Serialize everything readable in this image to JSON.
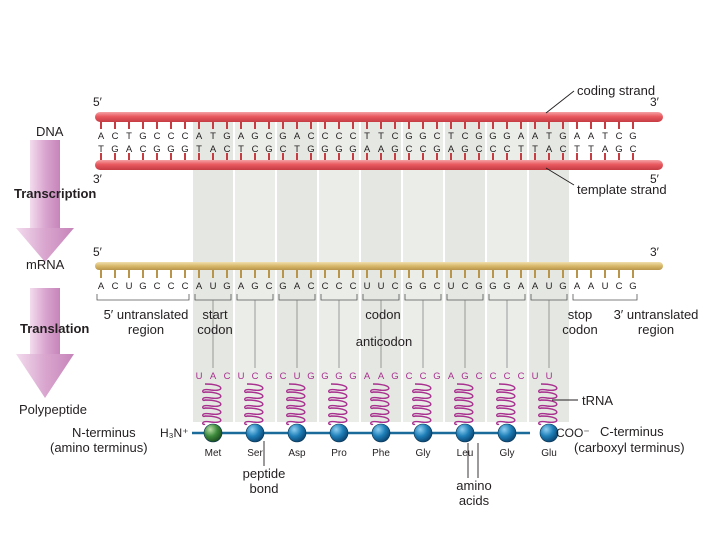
{
  "colors": {
    "dna_strand": "#e8595f",
    "dna_strand_dark": "#c63c43",
    "mrna_strand": "#d8b86a",
    "trna": "#a8308e",
    "codon_band": "#e4e7e2",
    "arrow": "#d9a6cf",
    "amino_acid": "#1f7fb8",
    "met": "#3d8a3d"
  },
  "left_labels": {
    "dna": "DNA",
    "transcription": "Transcription",
    "mrna": "mRNA",
    "translation": "Translation",
    "polypeptide": "Polypeptide"
  },
  "dna": {
    "coding_strand": "coding strand",
    "template_strand": "template strand",
    "top_5prime": "5′",
    "top_3prime": "3′",
    "bottom_3prime": "3′",
    "bottom_5prime": "5′",
    "coding_seq": [
      "A",
      "C",
      "T",
      "G",
      "C",
      "C",
      "C",
      "A",
      "T",
      "G",
      "A",
      "G",
      "C",
      "G",
      "A",
      "C",
      "C",
      "C",
      "C",
      "T",
      "T",
      "C",
      "G",
      "G",
      "C",
      "T",
      "C",
      "G",
      "G",
      "G",
      "A",
      "A",
      "T",
      "G",
      "A",
      "A",
      "T",
      "C",
      "G"
    ],
    "template_seq": [
      "T",
      "G",
      "A",
      "C",
      "G",
      "G",
      "G",
      "T",
      "A",
      "C",
      "T",
      "C",
      "G",
      "C",
      "T",
      "G",
      "G",
      "G",
      "G",
      "A",
      "A",
      "G",
      "C",
      "C",
      "G",
      "A",
      "G",
      "C",
      "C",
      "C",
      "T",
      "T",
      "A",
      "C",
      "T",
      "T",
      "A",
      "G",
      "C"
    ]
  },
  "mrna": {
    "five_prime": "5′",
    "three_prime": "3′",
    "seq": [
      "A",
      "C",
      "U",
      "G",
      "C",
      "C",
      "C",
      "A",
      "U",
      "G",
      "A",
      "G",
      "C",
      "G",
      "A",
      "C",
      "C",
      "C",
      "C",
      "U",
      "U",
      "C",
      "G",
      "G",
      "C",
      "U",
      "C",
      "G",
      "G",
      "G",
      "A",
      "A",
      "U",
      "G",
      "A",
      "A",
      "U",
      "C",
      "G"
    ],
    "utr5_label": "5′ untranslated\nregion",
    "start_codon": "start\ncodon",
    "codon": "codon",
    "stop_codon": "stop\ncodon",
    "utr3_label": "3′ untranslated\nregion"
  },
  "trna": {
    "anticodon_label": "anticodon",
    "trna_label": "tRNA",
    "anticodons": [
      "UAC",
      "UCG",
      "CUG",
      "GGG",
      "AAG",
      "CCG",
      "AGC",
      "CCC",
      "UU"
    ]
  },
  "polypeptide": {
    "n_terminus": "N-terminus",
    "amino_terminus": "(amino terminus)",
    "h3n": "H₃N⁺",
    "c_terminus": "C-terminus",
    "carboxyl_terminus": "(carboxyl terminus)",
    "coo": "COO⁻",
    "amino_acids": [
      "Met",
      "Ser",
      "Asp",
      "Pro",
      "Phe",
      "Gly",
      "Leu",
      "Gly",
      "Glu"
    ],
    "peptide_bond": "peptide\nbond",
    "amino_acids_label": "amino\nacids"
  }
}
